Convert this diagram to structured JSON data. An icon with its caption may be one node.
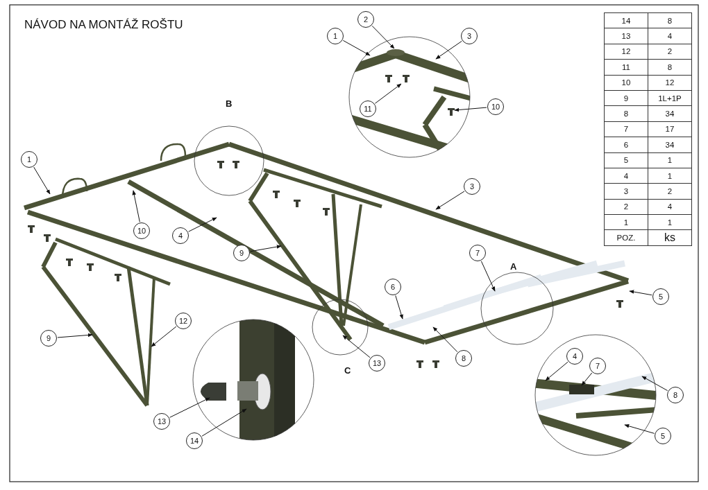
{
  "diagram": {
    "title": "NÁVOD NA MONTÁŽ ROŠTU",
    "nodes": [
      {
        "text": [
          "2"
        ]
      },
      {
        "text": [
          "1"
        ]
      },
      {
        "text": [
          "3"
        ]
      },
      {
        "text": [
          "11"
        ]
      },
      {
        "text": [
          "10"
        ]
      },
      {
        "text": [
          "1"
        ]
      },
      {
        "text": [
          "3"
        ]
      },
      {
        "text": [
          "10"
        ]
      },
      {
        "text": [
          "4"
        ]
      },
      {
        "text": [
          "9"
        ]
      },
      {
        "text": [
          "7"
        ]
      },
      {
        "text": [
          "6"
        ]
      },
      {
        "text": [
          "5"
        ]
      },
      {
        "text": [
          "12"
        ]
      },
      {
        "text": [
          "9"
        ]
      },
      {
        "text": [
          "8"
        ]
      },
      {
        "text": [
          "13"
        ]
      },
      {
        "text": [
          "4"
        ]
      },
      {
        "text": [
          "7"
        ]
      },
      {
        "text": [
          "8"
        ]
      },
      {
        "text": [
          "13"
        ]
      },
      {
        "text": [
          "5"
        ]
      },
      {
        "text": [
          "14"
        ]
      }
    ],
    "edges": [
      {
        "from": 0,
        "to": null,
        "arrow": "to"
      },
      {
        "from": 1,
        "to": null,
        "arrow": "to"
      },
      {
        "from": 2,
        "to": null,
        "arrow": "to"
      },
      {
        "from": 3,
        "to": null,
        "arrow": "to"
      },
      {
        "from": 4,
        "to": null,
        "arrow": "to"
      },
      {
        "from": 5,
        "to": null,
        "arrow": "to"
      },
      {
        "from": 6,
        "to": null,
        "arrow": "to"
      },
      {
        "from": 7,
        "to": null,
        "arrow": "to"
      },
      {
        "from": 8,
        "to": null,
        "arrow": "to"
      },
      {
        "from": 9,
        "to": null,
        "arrow": "to"
      },
      {
        "from": 10,
        "to": null,
        "arrow": "to"
      },
      {
        "from": 11,
        "to": null,
        "arrow": "to"
      },
      {
        "from": 12,
        "to": null,
        "arrow": "to"
      },
      {
        "from": 13,
        "to": null,
        "arrow": "to"
      },
      {
        "from": 14,
        "to": null,
        "arrow": "to"
      },
      {
        "from": 15,
        "to": null,
        "arrow": "to"
      },
      {
        "from": 16,
        "to": null,
        "arrow": "to"
      },
      {
        "from": 17,
        "to": null,
        "arrow": "to"
      },
      {
        "from": 18,
        "to": null,
        "arrow": "to"
      },
      {
        "from": 19,
        "to": null,
        "arrow": "to"
      },
      {
        "from": 20,
        "to": null,
        "arrow": "to"
      },
      {
        "from": 21,
        "to": null,
        "arrow": "to"
      },
      {
        "from": 22,
        "to": null,
        "arrow": "to"
      }
    ],
    "labels": [
      "B",
      "A",
      "C",
      "14",
      "8",
      "13",
      "4",
      "12",
      "2",
      "11",
      "8",
      "10",
      "12",
      "9",
      "1L+1P",
      "8",
      "34",
      "7",
      "17",
      "6",
      "34",
      "5",
      "1",
      "4",
      "1",
      "3",
      "2",
      "2",
      "4",
      "1",
      "1",
      "POZ.",
      "ks"
    ]
  }
}
